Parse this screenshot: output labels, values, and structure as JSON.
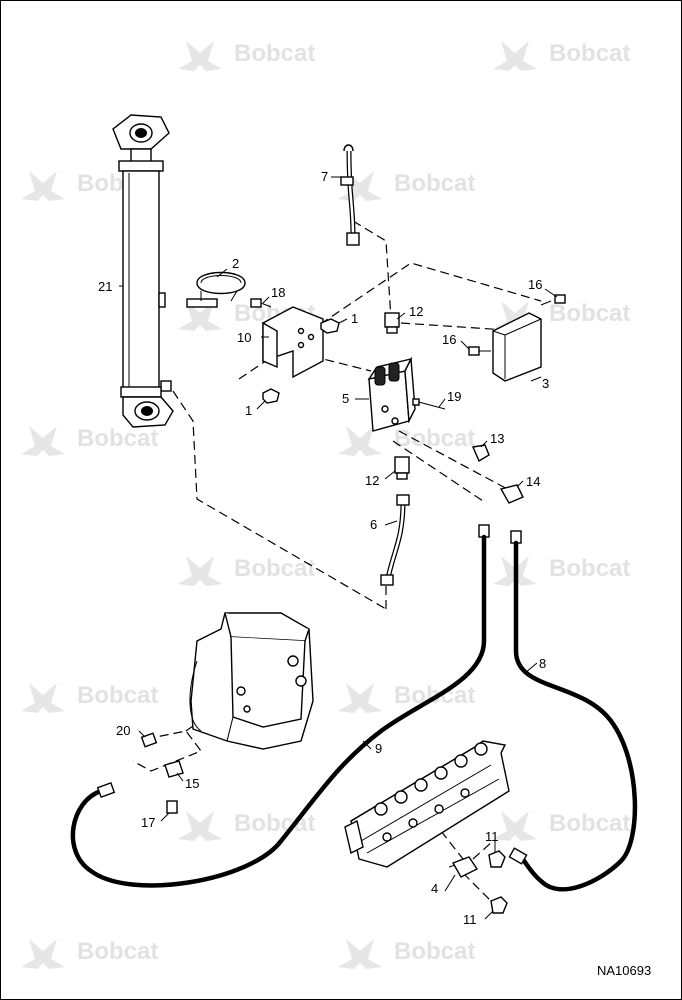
{
  "watermark": {
    "text": "Bobcat",
    "color": "#e2e2e2"
  },
  "reference_code": "NA10693",
  "callouts": {
    "c1a": "1",
    "c1b": "1",
    "c2": "2",
    "c3": "3",
    "c4": "4",
    "c5": "5",
    "c6": "6",
    "c7": "7",
    "c8": "8",
    "c9": "9",
    "c10": "10",
    "c11a": "11",
    "c11b": "11",
    "c12a": "12",
    "c12b": "12",
    "c13": "13",
    "c14": "14",
    "c15": "15",
    "c16a": "16",
    "c16b": "16",
    "c17": "17",
    "c18": "18",
    "c19": "19",
    "c20": "20",
    "c21": "21"
  }
}
